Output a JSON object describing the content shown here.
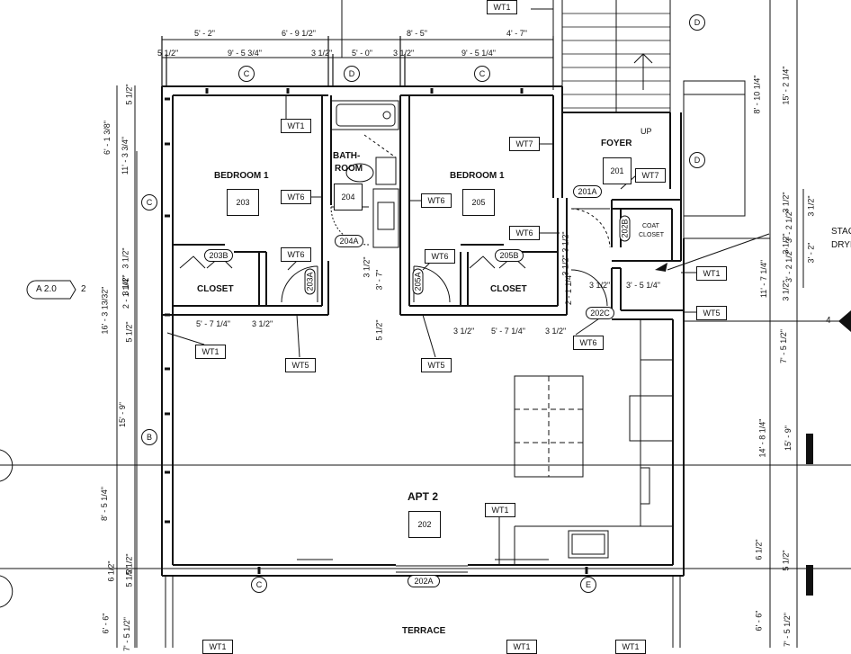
{
  "rooms": {
    "bedroom1_left": "BEDROOM 1",
    "bedroom1_left_num": "203",
    "bedroom1_right": "BEDROOM 1",
    "bedroom1_right_num": "205",
    "bathroom_line1": "BATH-",
    "bathroom_line2": "ROOM",
    "bathroom_num": "204",
    "foyer": "FOYER",
    "foyer_num": "201",
    "foyer_up": "UP",
    "closet_left": "CLOSET",
    "closet_right": "CLOSET",
    "coat_closet_line1": "COAT",
    "coat_closet_line2": "CLOSET",
    "apt": "APT 2",
    "apt_num": "202",
    "terrace": "TERRACE"
  },
  "doors": {
    "d203B": "203B",
    "d205B": "205B",
    "d203A": "203A",
    "d205A": "205A",
    "d204A": "204A",
    "d201A": "201A",
    "d202B": "202B",
    "d202C": "202C",
    "d202A": "202A"
  },
  "wall_types": {
    "wt1": "WT1",
    "wt5": "WT5",
    "wt6": "WT6",
    "wt7": "WT7"
  },
  "grid_markers": {
    "c": "C",
    "d": "D",
    "b": "B",
    "e": "E"
  },
  "section_ref": {
    "sheet": "A 2.0",
    "num": "2",
    "num_right": "4"
  },
  "annotations": {
    "stair_note_1": "STAG",
    "stair_note_2": "DRYI"
  },
  "dims_top_row1": [
    "5' - 2\"",
    "6' - 9 1/2\"",
    "8' - 5\"",
    "4' - 7\""
  ],
  "dims_top_row2": [
    "5 1/2\"",
    "9' - 5 3/4\"",
    "3 1/2\"",
    "5' - 0\"",
    "3 1/2\"",
    "9' - 5 1/4\""
  ],
  "dims_interior": {
    "left_closet_width": "5' - 7 1/4\"",
    "left_closet_gap": "3 1/2\"",
    "right_closet_a": "3 1/2\"",
    "right_closet_width": "5' - 7 1/4\"",
    "right_closet_b": "3 1/2\"",
    "foyer_a": "3 1/2\"",
    "foyer_b": "3' - 5 1/4\"",
    "hall_v1": "3 1/2\"",
    "hall_v2": "3' - 7\"",
    "hall_v3": "5 1/2\"",
    "foyer_v1": "3 1/2\"",
    "foyer_v2": "2 - 1 1/4\"",
    "foyer_v3": "3 1/2\""
  },
  "dims_left": [
    "5 1/2\"",
    "6' - 1 3/8\"",
    "11' - 3 3/4\"",
    "3 1/2\"",
    "2 - 1 1/4\"",
    "3 1/2\"",
    "16' - 3 13/32\"",
    "5 1/2\"",
    "15' - 9\"",
    "8' - 5 1/4\"",
    "5 1/2\"",
    "6 1/2\"",
    "5 1/2\"",
    "6' - 6\"",
    "7' - 5 1/2\""
  ],
  "dims_right": [
    "8' - 10 1/4\"",
    "15' - 2 1/4\"",
    "3 1/2\"",
    "3' - 2 1/2\"",
    "3 1/2\"",
    "3' - 2 1/2\"",
    "11' - 7 1/4\"",
    "3 1/2\"",
    "7' - 5 1/2\"",
    "14' - 8 1/4\"",
    "15' - 9\"",
    "6 1/2\"",
    "5 1/2\"",
    "6' - 6\"",
    "7' - 5 1/2\"",
    "3 1/2\"",
    "3' - 2\""
  ]
}
